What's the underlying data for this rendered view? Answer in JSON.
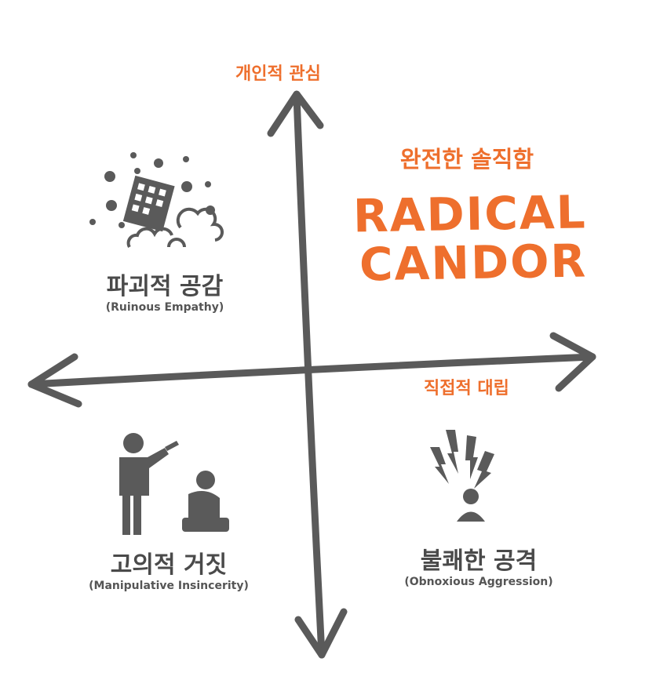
{
  "axes": {
    "vertical_label": "개인적 관심",
    "horizontal_label": "직접적 대립"
  },
  "quadrants": {
    "top_left": {
      "title": "파괴적 공감",
      "subtitle": "(Ruinous Empathy)",
      "icon": "building-hearts-cloud-icon"
    },
    "top_right": {
      "title": "완전한 솔직함",
      "headline_line1": "RADICAL",
      "headline_line2": "CANDOR"
    },
    "bottom_left": {
      "title": "고의적 거짓",
      "subtitle": "(Manipulative Insincerity)",
      "icon": "backstab-icon"
    },
    "bottom_right": {
      "title": "불쾌한 공격",
      "subtitle": "(Obnoxious Aggression)",
      "icon": "lightning-person-icon"
    }
  },
  "colors": {
    "accent": "#ee6f2d",
    "ink": "#555555"
  }
}
